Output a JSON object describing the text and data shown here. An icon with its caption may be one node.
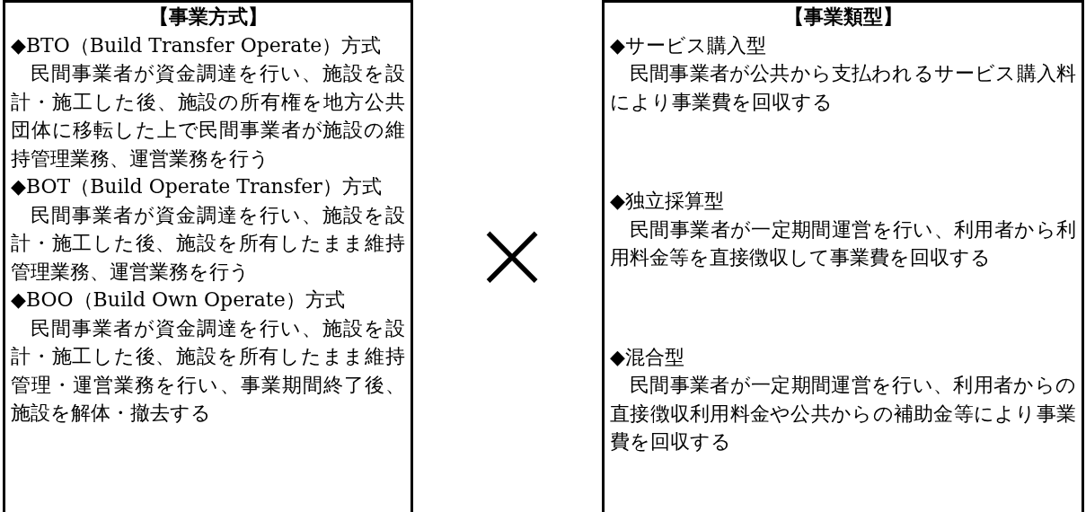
{
  "diagram": {
    "nodes": [
      {
        "text": [
          "【事業方式】",
          "◆BTO（Build Transfer Operate）方式",
          "民間事業者が資金調達を行い、施設を設計・施工した後、施設の所有権を地方公共団体に移転した上で民間事業者が施設の維持管理業務、運営業務を行う",
          "◆BOT（Build Operate Transfer）方式",
          "民間事業者が資金調達を行い、施設を設計・施工した後、施設を所有したまま維持管理業務、運営業務を行う",
          "◆BOO（Build Own Operate）方式",
          "民間事業者が資金調達を行い、施設を設計・施工した後、施設を所有したまま維持管理・運営業務を行い、事業期間終了後、施設を解体・撤去する"
        ]
      },
      {
        "text": [
          "【事業類型】",
          "◆サービス購入型",
          "民間事業者が公共から支払われるサービス購入料により事業費を回収する",
          "◆独立採算型",
          "民間事業者が一定期間運営を行い、利用者から利用料金等を直接徴収して事業費を回収する",
          "◆混合型",
          "民間事業者が一定期間運営を行い、利用者からの直接徴収利用料金や公共からの補助金等により事業費を回収する"
        ]
      }
    ],
    "labels": [
      "×"
    ]
  }
}
